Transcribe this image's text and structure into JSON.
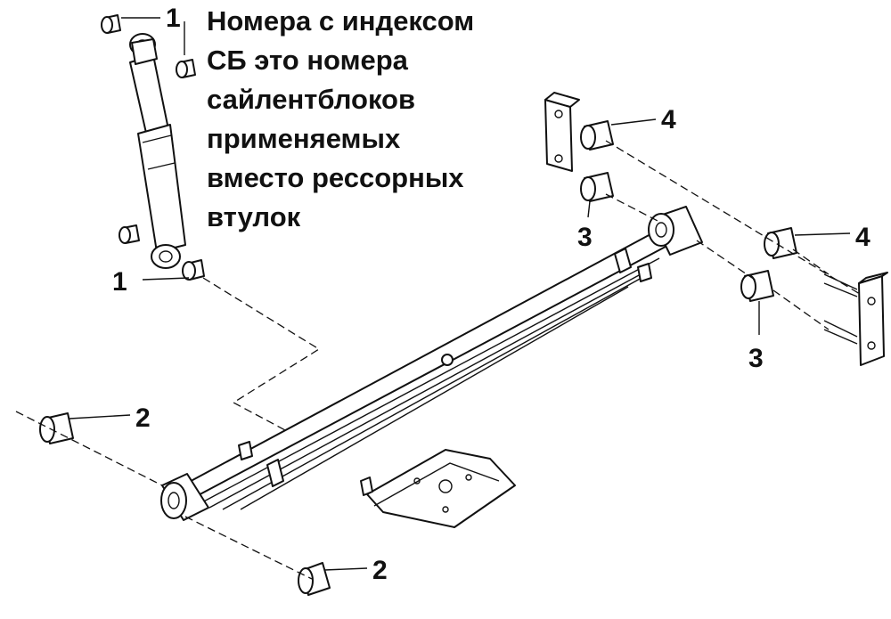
{
  "caption": {
    "lines": [
      "Номера с индексом",
      "СБ это номера",
      "сайлентблоков",
      "применяемых",
      "вместо рессорных",
      "втулок"
    ]
  },
  "callouts": [
    "1",
    "1",
    "2",
    "2",
    "3",
    "3",
    "4",
    "4"
  ]
}
